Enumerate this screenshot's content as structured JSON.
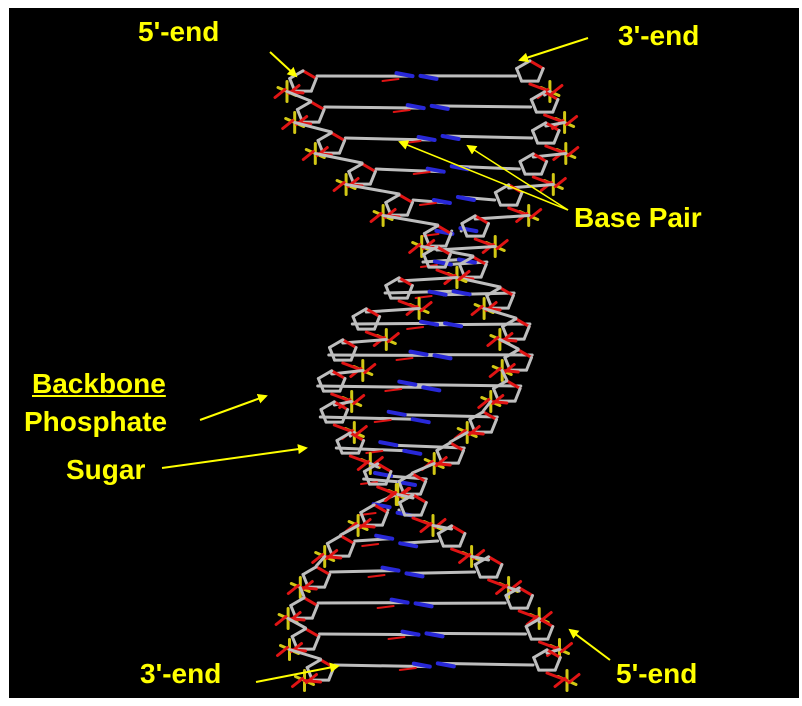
{
  "colors": {
    "background": "#000000",
    "label": "#ffff00",
    "carbon": "#bebebe",
    "oxygen": "#e01414",
    "nitrogen": "#2828d8",
    "phosphorus": "#d2c814"
  },
  "labels": {
    "top_left_end": "5'-end",
    "top_right_end": "3'-end",
    "base_pair": "Base Pair",
    "backbone": "Backbone",
    "phosphate": "Phosphate",
    "sugar": "Sugar",
    "bottom_left_end": "3'-end",
    "bottom_right_end": "5'-end"
  }
}
